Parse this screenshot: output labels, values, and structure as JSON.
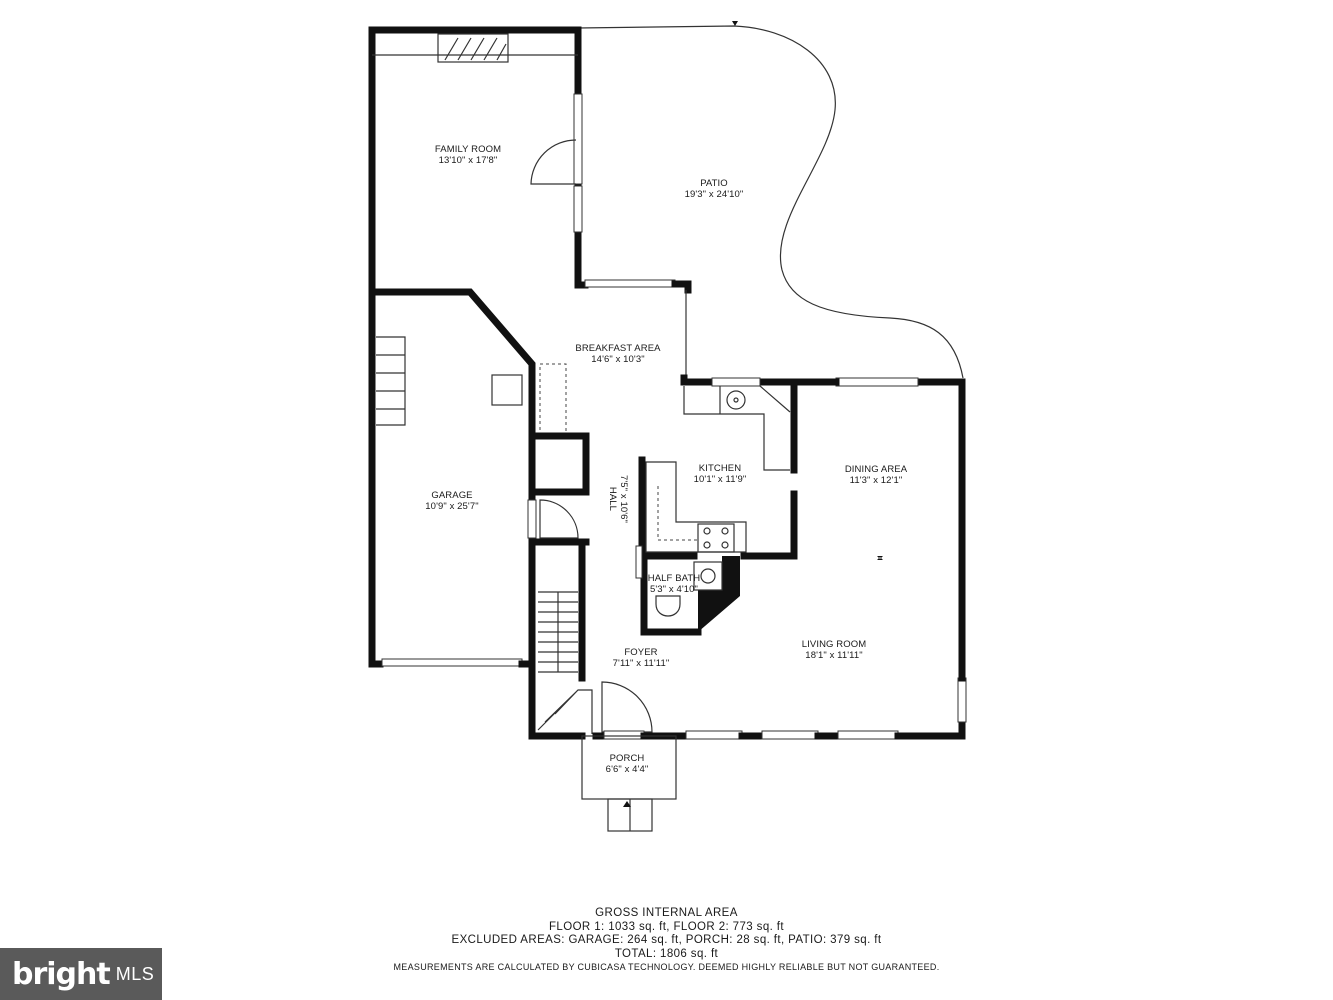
{
  "rooms": {
    "family_room": {
      "name": "FAMILY ROOM",
      "dim": "13'10\" x 17'8\""
    },
    "patio": {
      "name": "PATIO",
      "dim": "19'3\" x 24'10\""
    },
    "breakfast_area": {
      "name": "BREAKFAST AREA",
      "dim": "14'6\" x 10'3\""
    },
    "garage": {
      "name": "GARAGE",
      "dim": "10'9\" x 25'7\""
    },
    "kitchen": {
      "name": "KITCHEN",
      "dim": "10'1\" x 11'9\""
    },
    "dining_area": {
      "name": "DINING AREA",
      "dim": "11'3\" x 12'1\""
    },
    "hall": {
      "name": "HALL",
      "dim": "7'5\" x 10'6\""
    },
    "half_bath": {
      "name": "HALF BATH",
      "dim": "5'3\" x 4'10\""
    },
    "living_room": {
      "name": "LIVING ROOM",
      "dim": "18'1\" x 11'11\""
    },
    "foyer": {
      "name": "FOYER",
      "dim": "7'11\" x 11'11\""
    },
    "porch": {
      "name": "PORCH",
      "dim": "6'6\" x 4'4\""
    }
  },
  "footer": {
    "heading": "GROSS INTERNAL AREA",
    "line1": "FLOOR 1: 1033 sq. ft, FLOOR 2: 773 sq. ft",
    "line2": "EXCLUDED AREAS: GARAGE: 264 sq. ft, PORCH: 28 sq. ft, PATIO: 379 sq. ft",
    "line3": "TOTAL: 1806 sq. ft",
    "note": "MEASUREMENTS ARE CALCULATED BY CUBICASA TECHNOLOGY. DEEMED HIGHLY RELIABLE BUT NOT GUARANTEED."
  },
  "logo": {
    "word": "bright",
    "suffix": "MLS"
  },
  "colors": {
    "wall": "#111111",
    "logo_bg": "#5a5a5a"
  }
}
